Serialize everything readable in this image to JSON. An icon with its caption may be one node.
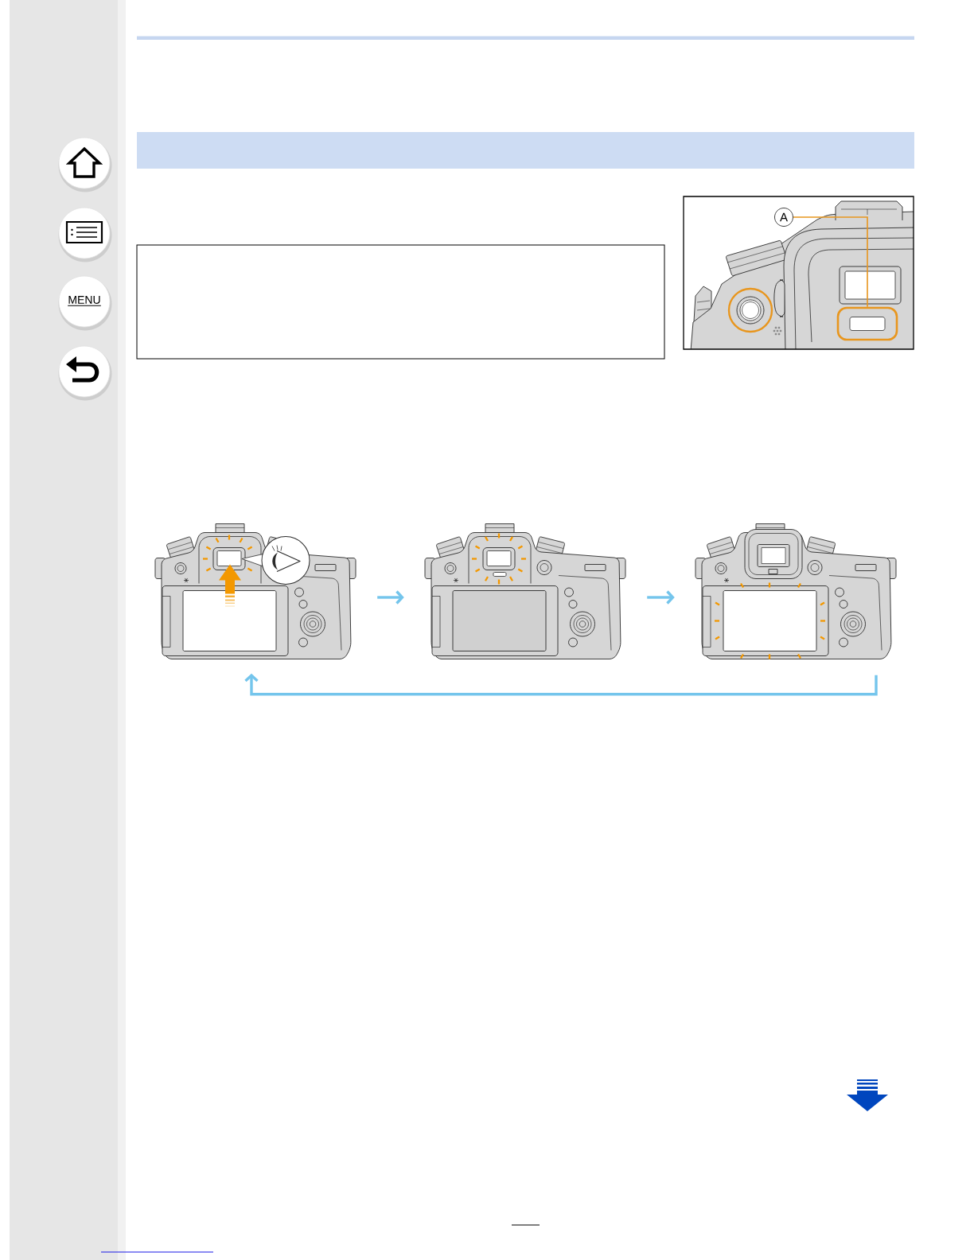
{
  "diagram": {
    "nodes": [
      {
        "text": [
          "A"
        ]
      },
      {
        "text": [],
        "shape": "box"
      },
      {
        "text": [],
        "shape": "box"
      },
      {
        "text": [],
        "shape": "picture"
      },
      {
        "text": [],
        "shape": "picture"
      },
      {
        "text": [],
        "shape": "picture"
      }
    ],
    "edges": [
      {
        "from": 0,
        "to": 2,
        "arrow": "none",
        "color": "#e8961e"
      },
      {
        "from": 3,
        "to": 4,
        "arrow": "to"
      },
      {
        "from": 4,
        "to": 5,
        "arrow": "to"
      },
      {
        "from": 5,
        "to": 3,
        "arrow": "to"
      }
    ],
    "labels": [
      "MENU"
    ]
  }
}
